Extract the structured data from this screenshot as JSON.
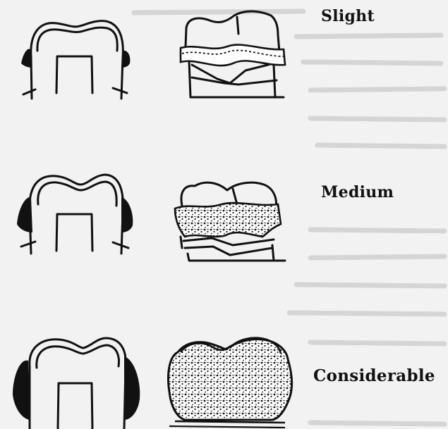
{
  "labels": {
    "slight": "Slight",
    "medium": "Medium",
    "considerable": "Considerable"
  },
  "colors": {
    "ink": "#111111",
    "paper": "#f2f2f2"
  }
}
